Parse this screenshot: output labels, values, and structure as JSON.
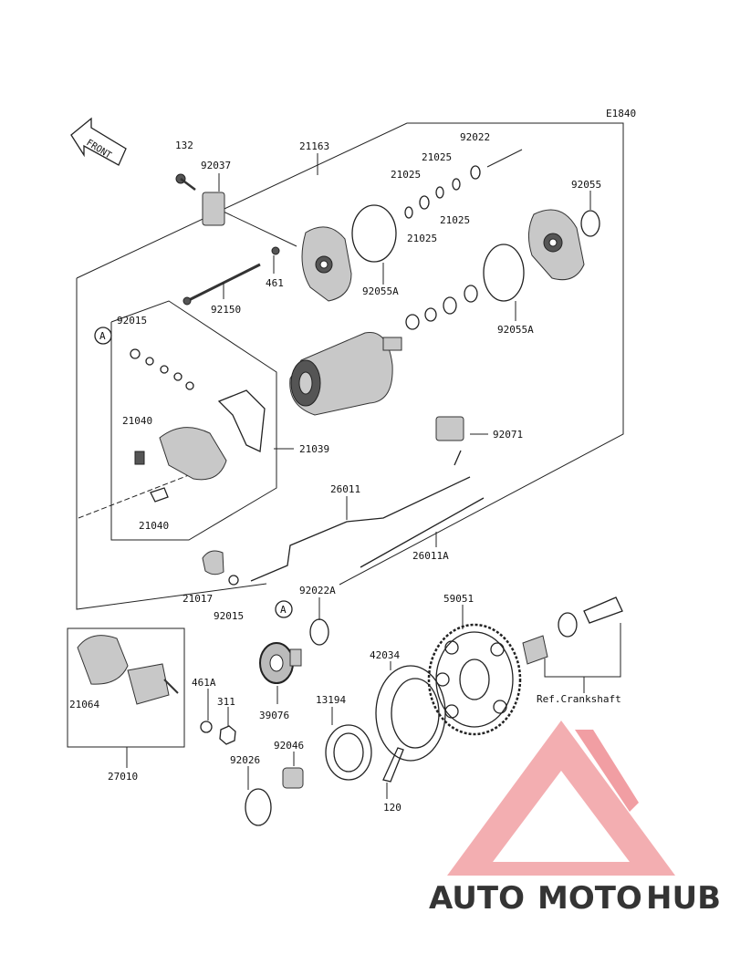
{
  "diagram_code": "E1840",
  "front_label": "FRONT",
  "reference_label": "Ref.Crankshaft",
  "callout_marker": "A",
  "part_numbers": [
    "132",
    "92037",
    "21163",
    "92022",
    "21025",
    "21025",
    "21025",
    "21025",
    "92055",
    "92055A",
    "92055A",
    "461",
    "92150",
    "92015",
    "21040",
    "21040",
    "21039",
    "92071",
    "26011",
    "26011A",
    "21017",
    "92015",
    "92022A",
    "59051",
    "42034",
    "39076",
    "13194",
    "461A",
    "311",
    "21064",
    "27010",
    "92026",
    "92046",
    "120"
  ],
  "logo": {
    "text": "AUTOMOTOHUB",
    "part1": "AUTO",
    "part2": "MOTO",
    "part3": "HUB",
    "colors": {
      "orange": "#f7b24a",
      "red": "#e9636a",
      "grey": "#8a8a8a"
    }
  }
}
